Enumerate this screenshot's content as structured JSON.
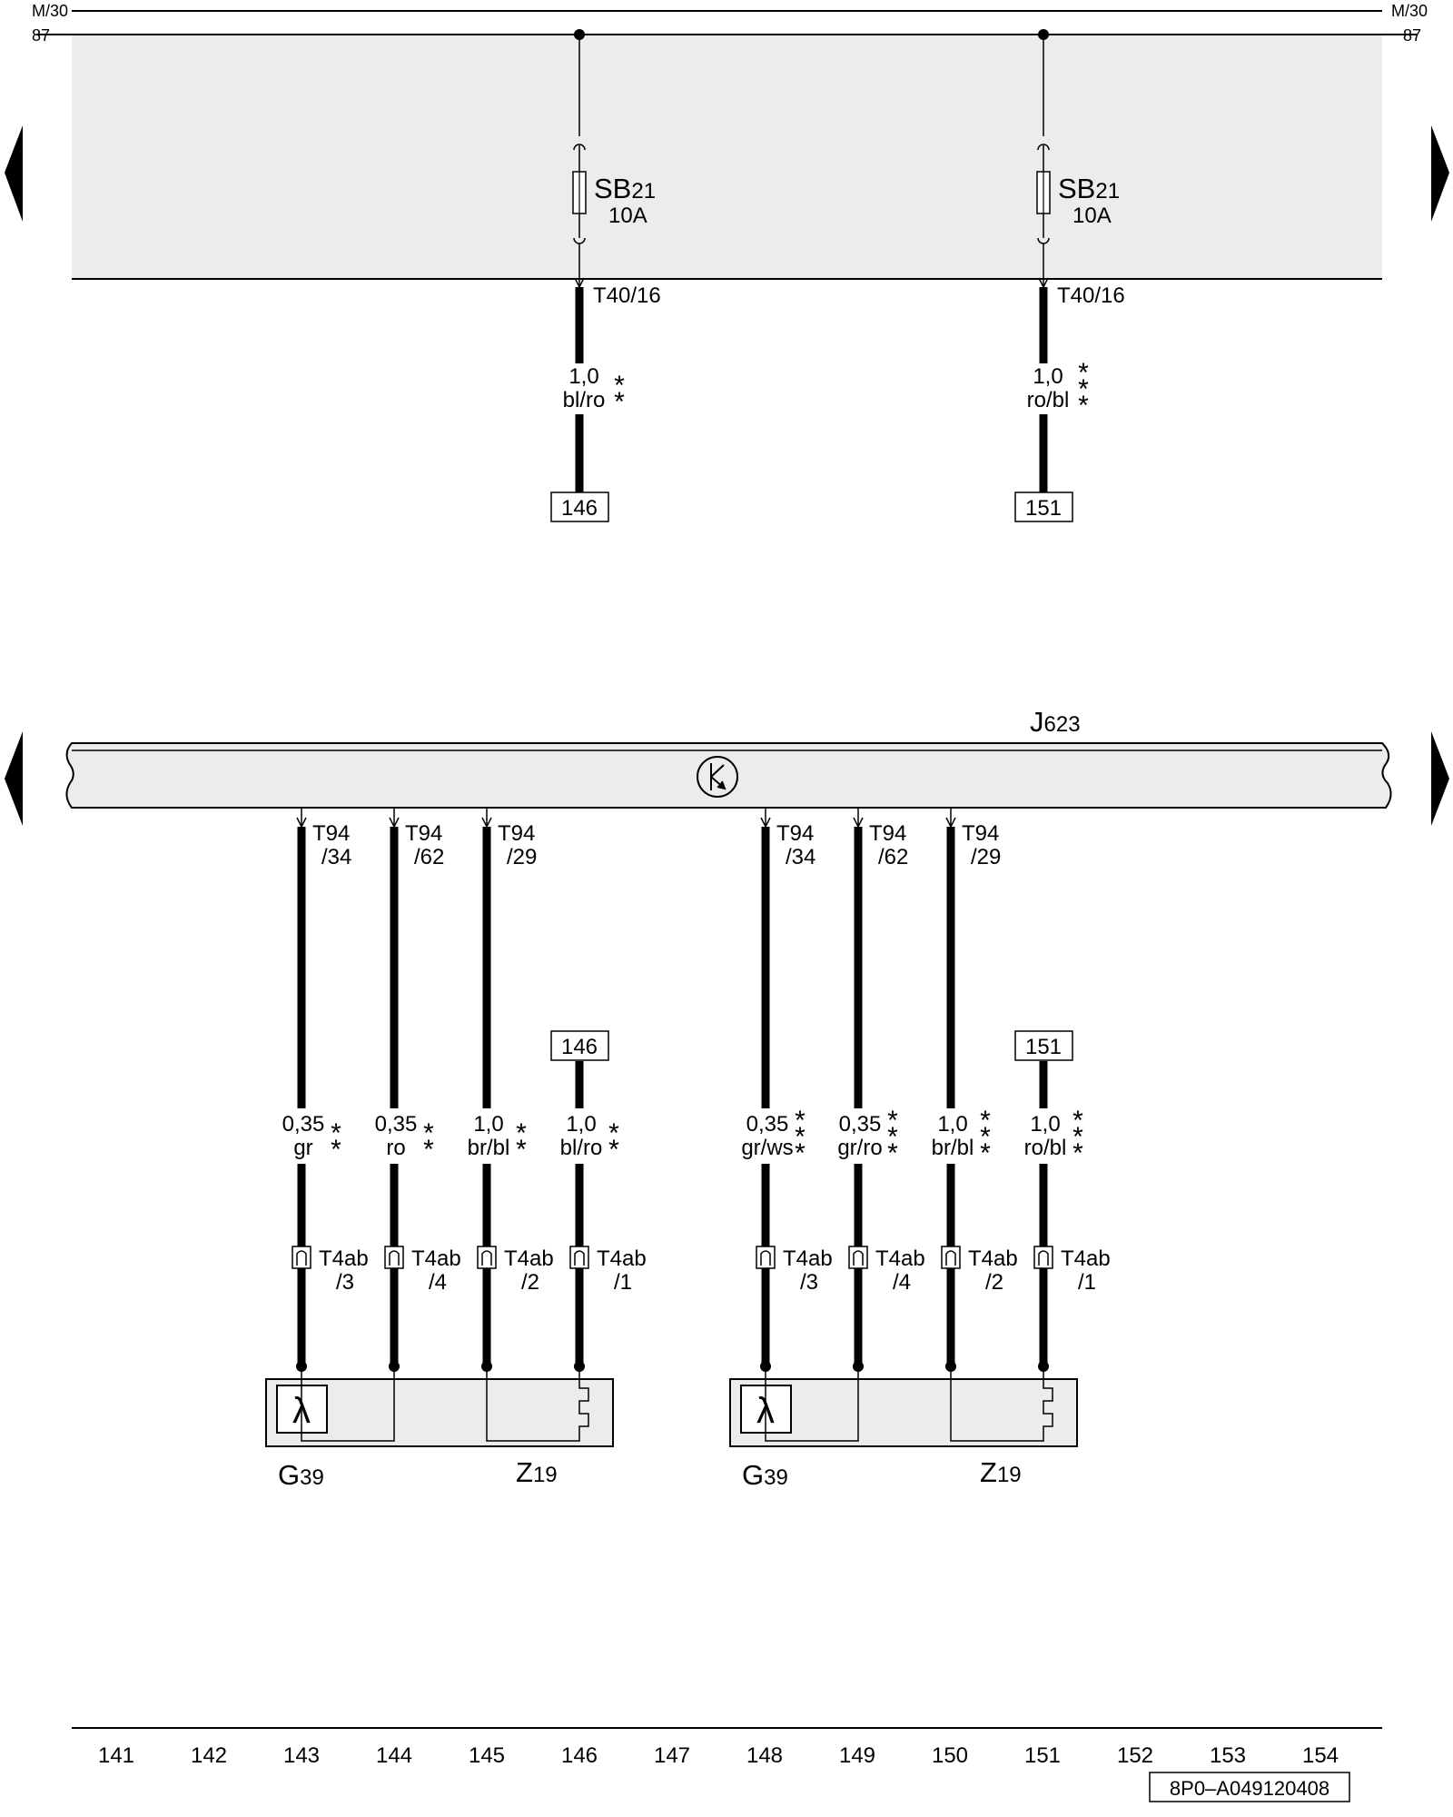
{
  "header": {
    "left_top": "M/30",
    "left_bottom": "87",
    "right_top": "M/30",
    "right_bottom": "87"
  },
  "fuses": [
    {
      "name": "SB",
      "sub": "21",
      "rating": "10A",
      "connector": "T40/16",
      "wire_size": "1,0",
      "wire_color": "bl/ro",
      "stars": 2,
      "ref": "146"
    },
    {
      "name": "SB",
      "sub": "21",
      "rating": "10A",
      "connector": "T40/16",
      "wire_size": "1,0",
      "wire_color": "ro/bl",
      "stars": 3,
      "ref": "151"
    }
  ],
  "control_unit": {
    "name": "J",
    "sub": "623"
  },
  "groups": [
    {
      "sensor": {
        "name": "G",
        "sub": "39",
        "symbol": "λ"
      },
      "heater": {
        "name": "Z",
        "sub": "19"
      },
      "wires": [
        {
          "ecu_pin_top": "T94",
          "ecu_pin_bottom": "/34",
          "size": "0,35",
          "color": "gr",
          "stars": 2,
          "conn_top": "T4ab",
          "conn_bottom": "/3",
          "ref": ""
        },
        {
          "ecu_pin_top": "T94",
          "ecu_pin_bottom": "/62",
          "size": "0,35",
          "color": "ro",
          "stars": 2,
          "conn_top": "T4ab",
          "conn_bottom": "/4",
          "ref": ""
        },
        {
          "ecu_pin_top": "T94",
          "ecu_pin_bottom": "/29",
          "size": "1,0",
          "color": "br/bl",
          "stars": 2,
          "conn_top": "T4ab",
          "conn_bottom": "/2",
          "ref": ""
        },
        {
          "ecu_pin_top": "",
          "ecu_pin_bottom": "",
          "size": "1,0",
          "color": "bl/ro",
          "stars": 2,
          "conn_top": "T4ab",
          "conn_bottom": "/1",
          "ref": "146"
        }
      ]
    },
    {
      "sensor": {
        "name": "G",
        "sub": "39",
        "symbol": "λ"
      },
      "heater": {
        "name": "Z",
        "sub": "19"
      },
      "wires": [
        {
          "ecu_pin_top": "T94",
          "ecu_pin_bottom": "/34",
          "size": "0,35",
          "color": "gr/ws",
          "stars": 3,
          "conn_top": "T4ab",
          "conn_bottom": "/3",
          "ref": ""
        },
        {
          "ecu_pin_top": "T94",
          "ecu_pin_bottom": "/62",
          "size": "0,35",
          "color": "gr/ro",
          "stars": 3,
          "conn_top": "T4ab",
          "conn_bottom": "/4",
          "ref": ""
        },
        {
          "ecu_pin_top": "T94",
          "ecu_pin_bottom": "/29",
          "size": "1,0",
          "color": "br/bl",
          "stars": 3,
          "conn_top": "T4ab",
          "conn_bottom": "/2",
          "ref": ""
        },
        {
          "ecu_pin_top": "",
          "ecu_pin_bottom": "",
          "size": "1,0",
          "color": "ro/bl",
          "stars": 3,
          "conn_top": "T4ab",
          "conn_bottom": "/1",
          "ref": "151"
        }
      ]
    }
  ],
  "footer": {
    "columns": [
      "141",
      "142",
      "143",
      "144",
      "145",
      "146",
      "147",
      "148",
      "149",
      "150",
      "151",
      "152",
      "153",
      "154"
    ],
    "doc_id": "8P0–A049120408"
  },
  "colors": {
    "line": "#000000",
    "panel": "#ececec"
  }
}
